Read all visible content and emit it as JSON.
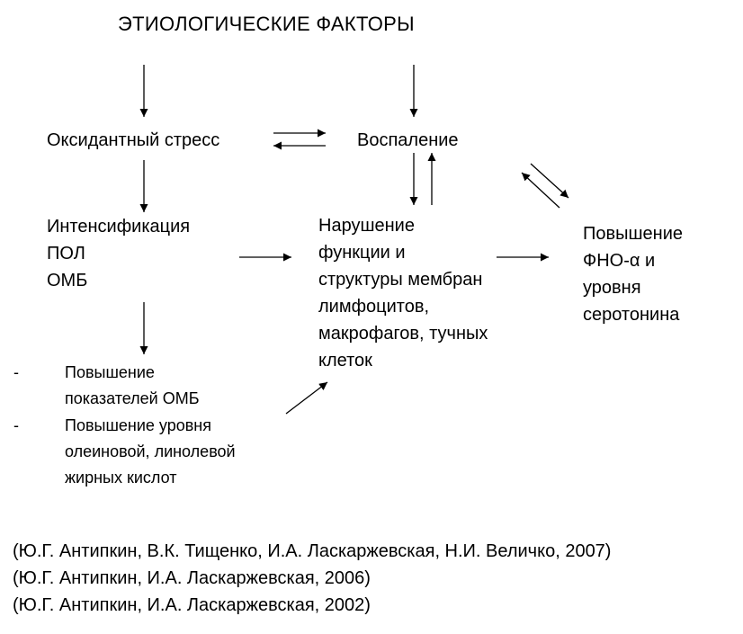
{
  "title": "ЭТИОЛОГИЧЕСКИЕ ФАКТОРЫ",
  "nodes": {
    "oxidative_stress": "Оксидантный стресс",
    "inflammation": "Воспаление",
    "intensification": [
      "Интенсификация",
      "ПОЛ",
      "ОМБ"
    ],
    "membrane_disorder": [
      "Нарушение",
      "функции и",
      "структуры мембран",
      "лимфоцитов,",
      "макрофагов, тучных",
      "клеток"
    ],
    "tnf_increase": [
      "Повышение",
      "ФНО-α и",
      "уровня",
      "серотонина"
    ]
  },
  "list": {
    "bullet": "-",
    "item1": [
      "Повышение",
      "показателей ОМБ"
    ],
    "item2": [
      "Повышение уровня",
      "олеиновой, линолевой",
      "жирных кислот"
    ]
  },
  "references": [
    "(Ю.Г. Антипкин, В.К. Тищенко, И.А. Ласкаржевская, Н.И. Величко, 2007)",
    "(Ю.Г. Антипкин, И.А. Ласкаржевская, 2006)",
    "(Ю.Г. Антипкин, И.А. Ласкаржевская, 2002)"
  ]
}
